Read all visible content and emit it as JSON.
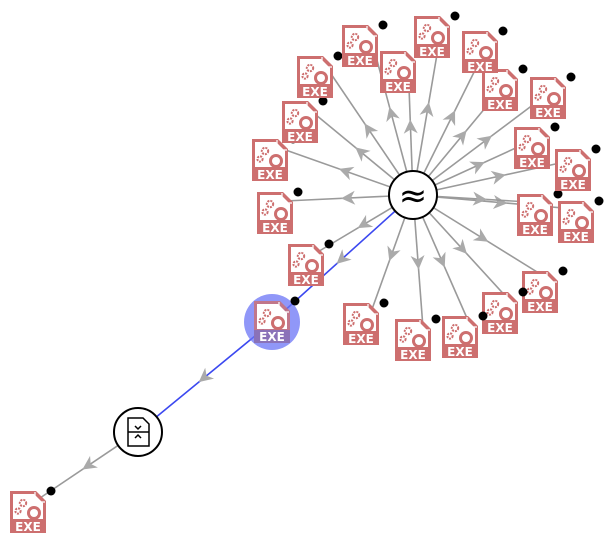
{
  "graph": {
    "center_node": {
      "symbol": "≈",
      "kind": "similarity"
    },
    "extractor_node": {
      "kind": "file-extract",
      "icon": "file-split-icon"
    },
    "file_label": "EXE",
    "file_count": 22,
    "highlighted_file_index": 20
  },
  "colors": {
    "file_icon": "#cd6f6f",
    "edge": "#9a9a9a",
    "highlight_edge": "#3b48f0",
    "highlight_fill": "#6b74f5",
    "dot": "#000000"
  }
}
